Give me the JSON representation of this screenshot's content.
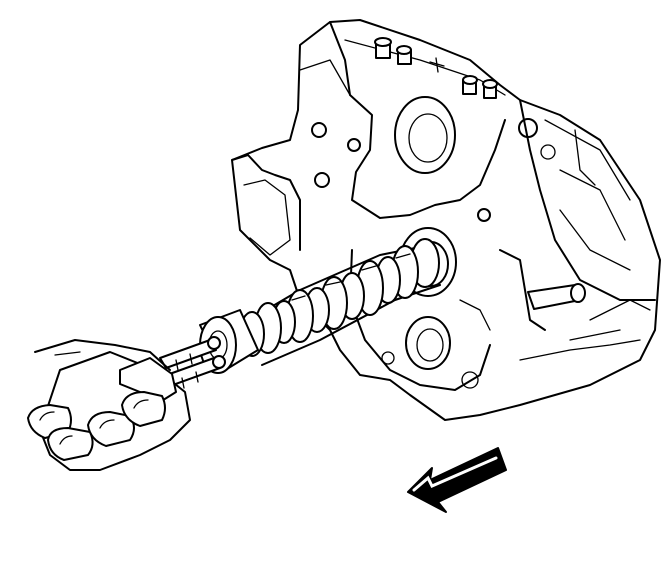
{
  "diagram": {
    "caption": "",
    "parts": [
      "engine-block",
      "camshaft",
      "hand",
      "removal-tool",
      "direction-arrow"
    ],
    "colors": {
      "line": "#000000",
      "background": "#ffffff",
      "arrow_fill": "#000000"
    },
    "arrow": {
      "direction": "down-left"
    }
  }
}
